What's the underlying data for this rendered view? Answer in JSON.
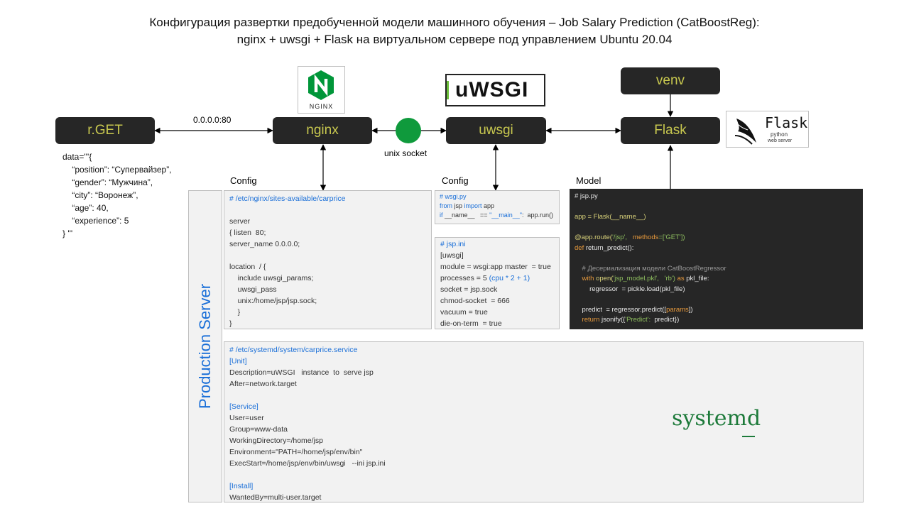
{
  "title": {
    "line1": "Конфигурация развертки предобученной модели машинного обучения – Job Salary Prediction (CatBoostReg):",
    "line2": "nginx + uwsgi + Flask на виртуальном сервере под управлением Ubuntu 20.04"
  },
  "nodes": {
    "rget": "r.GET",
    "nginx": "nginx",
    "uwsgi": "uwsgi",
    "flask": "Flask",
    "venv": "venv"
  },
  "edge_labels": {
    "address": "0.0.0.0:80",
    "unix_socket": "unix socket"
  },
  "logos": {
    "nginx": "NGINX",
    "uwsgi": "uWSGI",
    "flask_title": "Flask",
    "flask_sub1": "python",
    "flask_sub2": "web server",
    "systemd": "systemd"
  },
  "section_labels": {
    "nginx_config": "Config",
    "uwsgi_config": "Config",
    "model": "Model",
    "production_server": "Production Server"
  },
  "request_lines": [
    "data='''{",
    "    “position”: “Супервайзер”,",
    "    “gender”: “Мужчина”,",
    "    “city”: “Воронеж”,",
    "    “age”: 40,",
    "    “experience”: 5",
    "} '''"
  ],
  "nginx_config": {
    "path": "# /etc/nginx/sites-available/carprice",
    "lines": [
      "",
      "server",
      "{ listen  80;",
      "server_name 0.0.0.0;",
      "",
      "location  / {",
      "    include uwsgi_params;",
      "    uwsgi_pass",
      "    unix:/home/jsp/jsp.sock;",
      "    }",
      "}"
    ]
  },
  "wsgi_py": {
    "path": "# wsgi.py",
    "line1_kw1": "from",
    "line1_mid": " jsp ",
    "line1_kw2": "import",
    "line1_end": " app",
    "line2_kw": "if",
    "line2_mid": " __name__   == ",
    "line2_str": "\"__main__\"",
    "line2_end": ":  app.run()"
  },
  "jsp_ini": {
    "path": "# jsp.ini",
    "lines": [
      "[uwsgi]",
      "module = wsgi:app master  = true",
      "processes = 5 ",
      "socket = jsp.sock",
      "chmod-socket  = 666",
      "vacuum = true",
      "die-on-term  = true"
    ],
    "processes_comment": "(cpu * 2 + 1)"
  },
  "model_code": {
    "path": "# jsp.py",
    "app_line": "app = Flask(__name__)",
    "route_a": "@app.route(",
    "route_b": "'/jsp',",
    "route_c": "   methods",
    "route_d": "=['GET'])",
    "def_kw": "def ",
    "def_name": "return_predict():",
    "comment": "    # Десериализация модели CatBoostRegressor",
    "with_kw": "    with ",
    "with_open": "open(",
    "with_file": "'jsp_model.pkl',",
    "with_mode": "   'rb') ",
    "with_as": "as ",
    "with_end": "pkl_file:",
    "regressor": "        regressor  = pickle.load(pkl_file)",
    "predict_a": "    predict  = regressor.predict([",
    "predict_b": "params",
    "predict_c": "])",
    "return_kw": "    return ",
    "return_a": "jsonify({",
    "return_b": "'Predict':",
    "return_c": "  predict})"
  },
  "systemd_service": {
    "path": "# /etc/systemd/system/carprice.service",
    "unit_header": "[Unit]",
    "unit_lines": [
      "Description=uWSGI   instance  to  serve jsp",
      "After=network.target"
    ],
    "service_header": "[Service]",
    "service_lines": [
      "User=user",
      "Group=www-data",
      "WorkingDirectory=/home/jsp",
      "Environment=\"PATH=/home/jsp/env/bin\"",
      "ExecStart=/home/jsp/env/bin/uwsgi   --ini jsp.ini"
    ],
    "install_header": "[Install]",
    "install_lines": [
      "WantedBy=multi-user.target"
    ]
  },
  "colors": {
    "node_bg": "#262626",
    "node_text": "#c8c84f",
    "accent_blue": "#1a6fd8",
    "socket_green": "#0f9a3c",
    "systemd_green": "#1d7a3a",
    "nginx_green": "#009639"
  }
}
